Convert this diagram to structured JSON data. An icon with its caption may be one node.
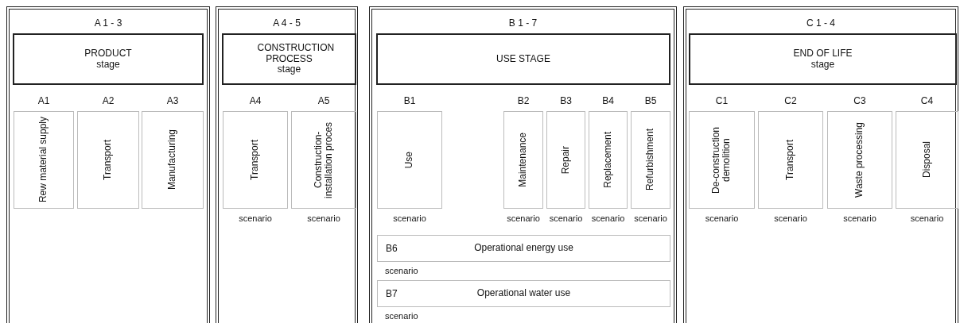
{
  "diagram": {
    "nodes": [
      {
        "text": [
          "A 1 - 3"
        ]
      },
      {
        "text": [
          "PRODUCT stage"
        ],
        "in": 0
      },
      {
        "text": [
          "A1",
          "Rew material supply"
        ],
        "in": 0
      },
      {
        "text": [
          "A2",
          "Transport"
        ],
        "in": 0
      },
      {
        "text": [
          "A3",
          "Manufacturing"
        ],
        "in": 0
      },
      {
        "text": [
          "A 4 - 5"
        ]
      },
      {
        "text": [
          "CONSTRUCTION PROCESS stage"
        ],
        "in": 5
      },
      {
        "text": [
          "A4",
          "Transport"
        ],
        "in": 5,
        "beside": [
          "scenario"
        ]
      },
      {
        "text": [
          "A5",
          "Construction-installation proces"
        ],
        "in": 5,
        "beside": [
          "scenario"
        ]
      },
      {
        "text": [
          "B 1 - 7"
        ]
      },
      {
        "text": [
          "USE STAGE"
        ],
        "in": 9
      },
      {
        "text": [
          "B1",
          "Use"
        ],
        "in": 9,
        "beside": [
          "scenario"
        ]
      },
      {
        "text": [
          "B2",
          "Maintenance"
        ],
        "in": 9,
        "beside": [
          "scenario"
        ]
      },
      {
        "text": [
          "B3",
          "Repair"
        ],
        "in": 9,
        "beside": [
          "scenario"
        ]
      },
      {
        "text": [
          "B4",
          "Replacement"
        ],
        "in": 9,
        "beside": [
          "scenario"
        ]
      },
      {
        "text": [
          "B5",
          "Refurbishment"
        ],
        "in": 9,
        "beside": [
          "scenario"
        ]
      },
      {
        "text": [
          "B6",
          "Operational energy use"
        ],
        "in": 9,
        "beside": [
          "scenario"
        ]
      },
      {
        "text": [
          "B7",
          "Operational water use"
        ],
        "in": 9,
        "beside": [
          "scenario"
        ]
      },
      {
        "text": [
          "C 1 - 4"
        ]
      },
      {
        "text": [
          "END OF LIFE stage"
        ],
        "in": 18
      },
      {
        "text": [
          "C1",
          "De-construction demolition"
        ],
        "in": 18,
        "beside": [
          "scenario"
        ]
      },
      {
        "text": [
          "C2",
          "Transport"
        ],
        "in": 18,
        "beside": [
          "scenario"
        ]
      },
      {
        "text": [
          "C3",
          "Waste processing"
        ],
        "in": 18,
        "beside": [
          "scenario"
        ]
      },
      {
        "text": [
          "C4",
          "Disposal"
        ],
        "in": 18,
        "beside": [
          "scenario"
        ]
      }
    ]
  }
}
